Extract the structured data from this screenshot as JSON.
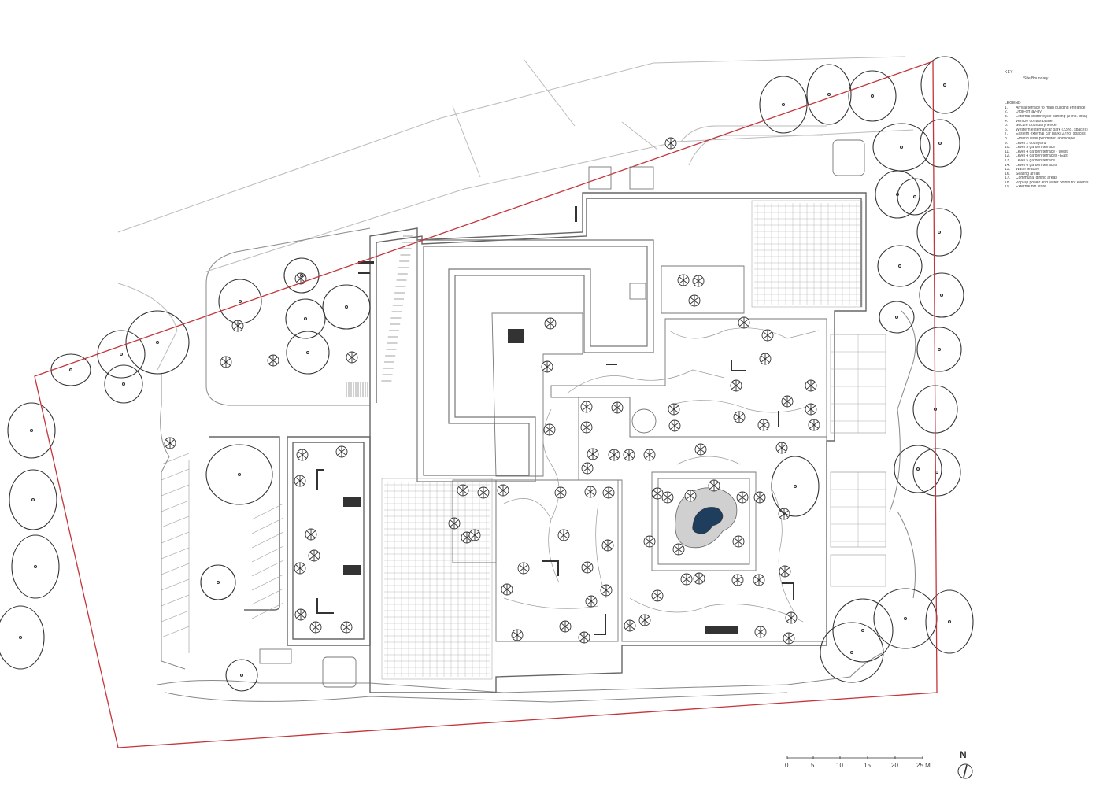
{
  "key": {
    "title": "KEY",
    "boundary_label": "Site Boundary",
    "boundary_color": "#c4343a"
  },
  "legend": {
    "title": "LEGEND",
    "items": [
      {
        "num": "1.",
        "label": "Arrival terrace to main building entrance"
      },
      {
        "num": "2.",
        "label": "Drop-off lay-by"
      },
      {
        "num": "3.",
        "label": "External visitor cycle parking (34no. total)"
      },
      {
        "num": "4.",
        "label": "Vehicle control barrier"
      },
      {
        "num": "5.",
        "label": "Secure boundary fence"
      },
      {
        "num": "6.",
        "label": "Western external car park (23no. spaces)"
      },
      {
        "num": "7.",
        "label": "Eastern external car park (27no. spaces)"
      },
      {
        "num": "8.",
        "label": "Ground level perimeter landscape"
      },
      {
        "num": "9.",
        "label": "Level 2 courtyard"
      },
      {
        "num": "10.",
        "label": "Level 3 garden terrace"
      },
      {
        "num": "11.",
        "label": "Level 4 garden terrace - West"
      },
      {
        "num": "12.",
        "label": "Level 4 garden terraces - East"
      },
      {
        "num": "13.",
        "label": "Level 5 garden terrace"
      },
      {
        "num": "14.",
        "label": "Level 6 garden terraces"
      },
      {
        "num": "15.",
        "label": "Water feature"
      },
      {
        "num": "16.",
        "label": "Seating areas"
      },
      {
        "num": "17.",
        "label": "Communal dining areas"
      },
      {
        "num": "18.",
        "label": "Pop-up power and water points for events"
      },
      {
        "num": "19.",
        "label": "External bin store"
      }
    ]
  },
  "scale": {
    "labels": [
      "0",
      "5",
      "10",
      "15",
      "20",
      "25 M"
    ]
  },
  "north": {
    "label": "N",
    "icon": "north-arrow-icon"
  },
  "colors": {
    "linework": "#555555",
    "boundary": "#c4343a",
    "water": "#1f3d5c"
  }
}
